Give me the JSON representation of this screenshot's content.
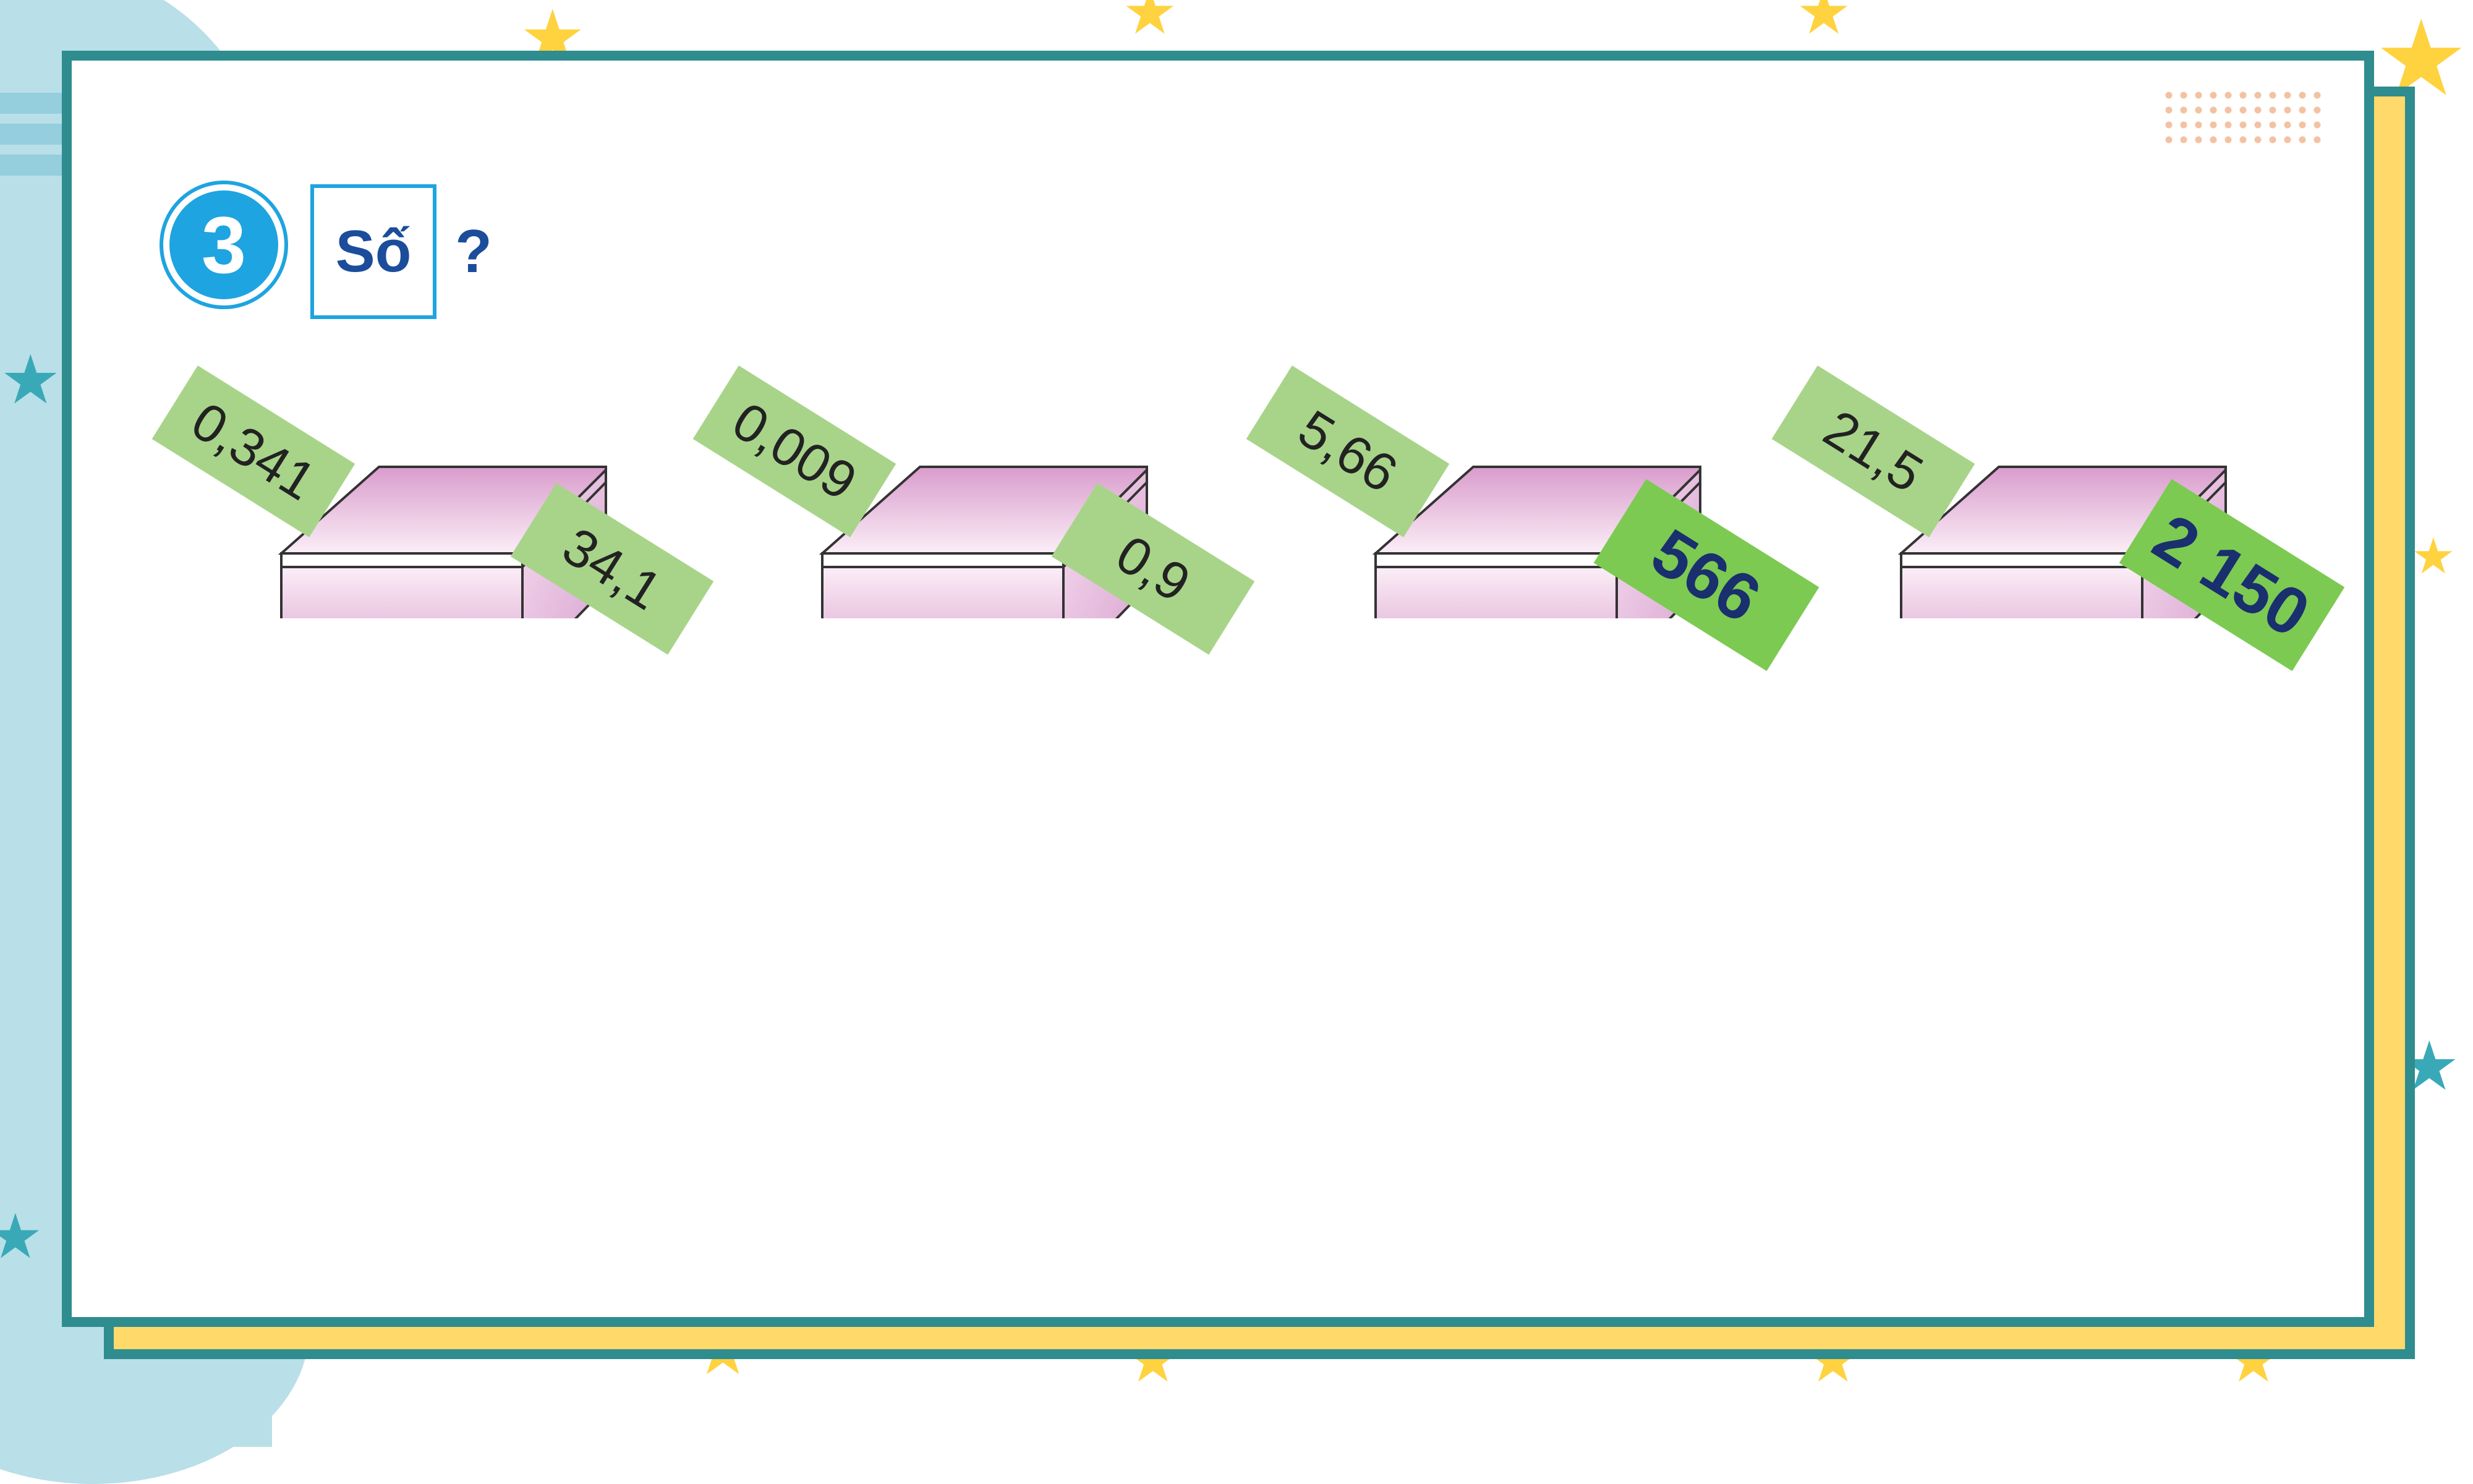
{
  "exercise": {
    "number": "3",
    "label": "Số",
    "question_mark": "?"
  },
  "boxes": [
    {
      "input": "0,341",
      "output": "34,1",
      "output_answer": false
    },
    {
      "input": "0,009",
      "output": "0,9",
      "output_answer": false
    },
    {
      "input": "5,66",
      "output": "566",
      "output_answer": true
    },
    {
      "input": "21,5",
      "output": "2 150",
      "output_answer": true
    }
  ],
  "colors": {
    "frame_teal": "#2f8c8f",
    "frame_yellow": "#ffd96a",
    "accent_blue": "#1ea4e0",
    "text_navy": "#1c4d9b",
    "card_green": "#a8d48a",
    "answer_green": "#7cca52",
    "box_pink": "#e7b3d9"
  },
  "icons": [
    "star-icon"
  ]
}
